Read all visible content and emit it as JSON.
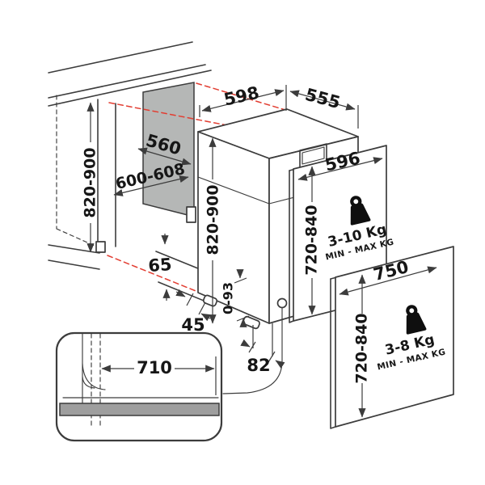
{
  "diagram": {
    "niche": {
      "height_mm": "820-900",
      "width_mm": "600-608",
      "depth_mm": "560"
    },
    "appliance": {
      "width_mm": "598",
      "depth_mm": "555",
      "height_mm": "820-900",
      "adjustable_feet_mm": "0-93"
    },
    "clearances": {
      "plinth_recess_mm": "65",
      "front_gap_mm": "45",
      "hose_offset_mm": "82"
    },
    "panel_standard": {
      "width_mm": "596",
      "height_mm": "720-840",
      "weight_range": "3-10 Kg",
      "weight_caption": "MIN - MAX KG"
    },
    "panel_large": {
      "width_mm": "750",
      "height_mm": "720-840",
      "weight_range": "3-8 Kg",
      "weight_caption": "MIN - MAX KG"
    },
    "inset": {
      "hose_length_mm": "710"
    },
    "colors": {
      "line": "#3c3c3c",
      "red": "#e23d31",
      "niche_panel": "#b5b7b6",
      "plinth_bar": "#9e9e9e"
    }
  }
}
